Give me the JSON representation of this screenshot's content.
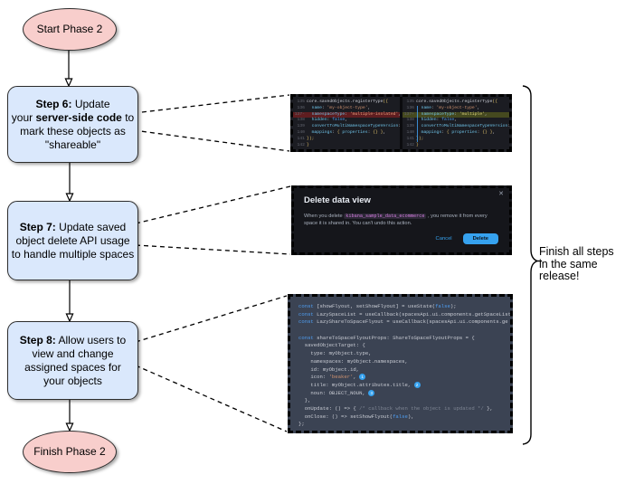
{
  "flowchart": {
    "start_label": "Start Phase 2",
    "finish_label": "Finish Phase 2",
    "steps": [
      {
        "name": "step-6",
        "lines": [
          {
            "segs": [
              {
                "t": "Step 6:",
                "bold": true
              },
              {
                "t": " Update"
              }
            ]
          },
          {
            "segs": [
              {
                "t": "your "
              },
              {
                "t": "server-side code",
                "bold": true
              },
              {
                "t": " to"
              }
            ]
          },
          {
            "segs": [
              {
                "t": "mark these objects as"
              }
            ]
          },
          {
            "segs": [
              {
                "t": "\"shareable\""
              }
            ]
          }
        ]
      },
      {
        "name": "step-7",
        "lines": [
          {
            "segs": [
              {
                "t": "Step 7:",
                "bold": true
              },
              {
                "t": " Update saved"
              }
            ]
          },
          {
            "segs": [
              {
                "t": "object delete API usage"
              }
            ]
          },
          {
            "segs": [
              {
                "t": "to handle multiple spaces"
              }
            ]
          }
        ]
      },
      {
        "name": "step-8",
        "lines": [
          {
            "segs": [
              {
                "t": "Step 8:",
                "bold": true
              },
              {
                "t": " Allow users to"
              }
            ]
          },
          {
            "segs": [
              {
                "t": "view and change"
              }
            ]
          },
          {
            "segs": [
              {
                "t": "assigned spaces for"
              }
            ]
          },
          {
            "segs": [
              {
                "t": "your objects"
              }
            ]
          }
        ]
      }
    ]
  },
  "brace_label": "Finish all steps in the same release!",
  "shots": {
    "diff": {
      "left": {
        "lines": [
          {
            "num": "135",
            "tokens": [
              [
                "plain",
                "core.savedObjects.registerType"
              ],
              [
                "punc",
                "({"
              ]
            ]
          },
          {
            "num": "136",
            "tokens": [
              [
                "key",
                "  name"
              ],
              [
                "plain",
                ": "
              ],
              [
                "str",
                "'my-object-type'"
              ],
              [
                "plain",
                ","
              ]
            ]
          },
          {
            "num": "137-",
            "hl": "del",
            "tokens": [
              [
                "key",
                "  namespaceType"
              ],
              [
                "plain",
                ": "
              ],
              [
                "strdel",
                "'multiple-isolated'"
              ],
              [
                "plain",
                ","
              ]
            ]
          },
          {
            "num": "138",
            "tokens": [
              [
                "key",
                "  hidden"
              ],
              [
                "plain",
                ": "
              ],
              [
                "kw",
                "false"
              ],
              [
                "plain",
                ","
              ]
            ]
          },
          {
            "num": "139",
            "tokens": [
              [
                "key",
                "  convertToMultiNamespaceTypeVersion"
              ],
              [
                "plain",
                ": '"
              ]
            ]
          },
          {
            "num": "140",
            "tokens": [
              [
                "key",
                "  mappings"
              ],
              [
                "plain",
                ": "
              ],
              [
                "punc",
                "{ "
              ],
              [
                "key",
                "properties"
              ],
              [
                "plain",
                ": "
              ],
              [
                "punc",
                "{} }"
              ],
              [
                "plain",
                ","
              ]
            ]
          },
          {
            "num": "141",
            "tokens": [
              [
                "punc",
                "});"
              ]
            ]
          },
          {
            "num": "142",
            "tokens": [
              [
                "punc",
                "}"
              ]
            ]
          }
        ]
      },
      "right": {
        "lines": [
          {
            "num": "135",
            "tokens": [
              [
                "plain",
                "core.savedObjects.registerType"
              ],
              [
                "punc",
                "({"
              ]
            ]
          },
          {
            "num": "136",
            "tokens": [
              [
                "key",
                "  name"
              ],
              [
                "plain",
                ": "
              ],
              [
                "str",
                "'my-object-type'"
              ],
              [
                "plain",
                ","
              ]
            ]
          },
          {
            "num": "137+",
            "hl": "add",
            "tokens": [
              [
                "key",
                "  namespaceType"
              ],
              [
                "plain",
                ": "
              ],
              [
                "stradd",
                "'multiple'"
              ],
              [
                "plain",
                ","
              ]
            ]
          },
          {
            "num": "138",
            "tokens": [
              [
                "key",
                "  hidden"
              ],
              [
                "plain",
                ": "
              ],
              [
                "kw",
                "false"
              ],
              [
                "plain",
                ","
              ]
            ]
          },
          {
            "num": "139",
            "tokens": [
              [
                "key",
                "  convertToMultiNamespaceTypeVersion"
              ],
              [
                "plain",
                ": "
              ]
            ]
          },
          {
            "num": "140",
            "tokens": [
              [
                "key",
                "  mappings"
              ],
              [
                "plain",
                ": "
              ],
              [
                "punc",
                "{ "
              ],
              [
                "key",
                "properties"
              ],
              [
                "plain",
                ": "
              ],
              [
                "punc",
                "{} }"
              ],
              [
                "plain",
                ","
              ]
            ]
          },
          {
            "num": "141",
            "tokens": [
              [
                "punc",
                "});"
              ]
            ]
          },
          {
            "num": "142",
            "tokens": [
              [
                "punc",
                "}"
              ]
            ]
          }
        ]
      }
    },
    "modal": {
      "title": "Delete data view",
      "close_icon": "✕",
      "body_pre": "When you delete ",
      "body_code": "kibana_sample_data_ecommerce",
      "body_post": " , you remove it from every space it is shared in. You can't undo this action.",
      "cancel_label": "Cancel",
      "delete_label": "Delete"
    },
    "flyout": {
      "lines": [
        {
          "tokens": [
            [
              "kw",
              "const"
            ],
            [
              "plain",
              " [showFlyout, setShowFlyout] = useState("
            ],
            [
              "kw",
              "false"
            ],
            [
              "plain",
              ");"
            ]
          ]
        },
        {
          "tokens": [
            [
              "kw",
              "const"
            ],
            [
              "plain",
              " LazySpaceList = useCallback(spacesApi.ui.components.getSpaceList"
            ]
          ]
        },
        {
          "tokens": [
            [
              "kw",
              "const"
            ],
            [
              "plain",
              " LazyShareToSpaceFlyout = useCallback(spacesApi.ui.components.ge"
            ]
          ]
        },
        {
          "tokens": []
        },
        {
          "tokens": [
            [
              "kw",
              "const"
            ],
            [
              "plain",
              " shareToSpaceFlyoutProps: ShareToSpaceFlyoutProps = {"
            ]
          ]
        },
        {
          "tokens": [
            [
              "plain",
              "  savedObjectTarget: {"
            ]
          ]
        },
        {
          "tokens": [
            [
              "plain",
              "    type: myObject.type,"
            ]
          ]
        },
        {
          "tokens": [
            [
              "plain",
              "    namespaces: myObject.namespaces,"
            ]
          ]
        },
        {
          "tokens": [
            [
              "plain",
              "    id: myObject.id,"
            ]
          ]
        },
        {
          "tokens": [
            [
              "plain",
              "    icon: "
            ],
            [
              "str",
              "'beaker'"
            ],
            [
              "plain",
              ", "
            ],
            [
              "badge",
              "1"
            ]
          ]
        },
        {
          "tokens": [
            [
              "plain",
              "    title: myObject.attributes.title, "
            ],
            [
              "badge",
              "2"
            ]
          ]
        },
        {
          "tokens": [
            [
              "plain",
              "    noun: OBJECT_NOUN, "
            ],
            [
              "badge",
              "3"
            ]
          ]
        },
        {
          "tokens": [
            [
              "plain",
              "  },"
            ]
          ]
        },
        {
          "tokens": [
            [
              "plain",
              "  onUpdate: () => { "
            ],
            [
              "comment",
              "/* callback when the object is updated */"
            ],
            [
              "plain",
              " },"
            ]
          ]
        },
        {
          "tokens": [
            [
              "plain",
              "  onClose: () => setShowFlyout("
            ],
            [
              "kw",
              "false"
            ],
            [
              "plain",
              "),"
            ]
          ]
        },
        {
          "tokens": [
            [
              "plain",
              "};"
            ]
          ]
        }
      ]
    }
  },
  "colors": {
    "node_pink": "#f8cecc",
    "node_blue": "#dae8fc",
    "accent_blue": "#36a2ef",
    "diff_delete_bg": "#5f1d20",
    "diff_add_bg": "#45491f",
    "code_chip_purple": "#d57de0"
  }
}
